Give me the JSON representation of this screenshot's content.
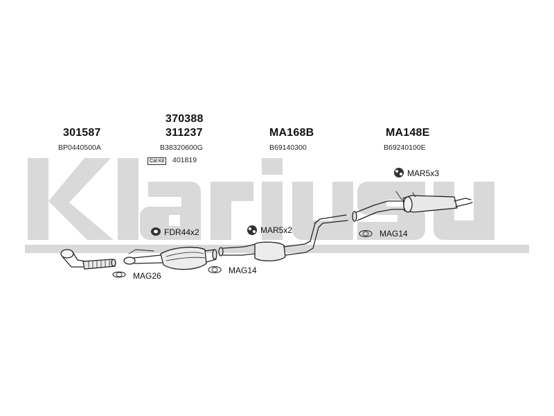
{
  "watermark": {
    "text": "Klarius",
    "color": "#d9d9d9"
  },
  "parts": [
    {
      "number": "301587",
      "ref": "BP0440500A"
    },
    {
      "number_top": "370388",
      "number": "311237",
      "ref": "B38320600G",
      "cat_kit_label": "Cat Kit",
      "cat_kit_ref": "401819"
    },
    {
      "number": "MA168B",
      "ref": "B69140300"
    },
    {
      "number": "MA148E",
      "ref": "B69240100E"
    }
  ],
  "hardware": [
    {
      "label": "FDR44x2",
      "icon": "flange-ring-icon"
    },
    {
      "label": "MAR5x2",
      "icon": "rubber-mount-icon"
    },
    {
      "label": "MAR5x3",
      "icon": "rubber-mount-icon"
    },
    {
      "label": "MAG26",
      "icon": "gasket-icon"
    },
    {
      "label": "MAG14",
      "icon": "gasket-icon"
    },
    {
      "label": "MAG14",
      "icon": "gasket-icon"
    }
  ]
}
